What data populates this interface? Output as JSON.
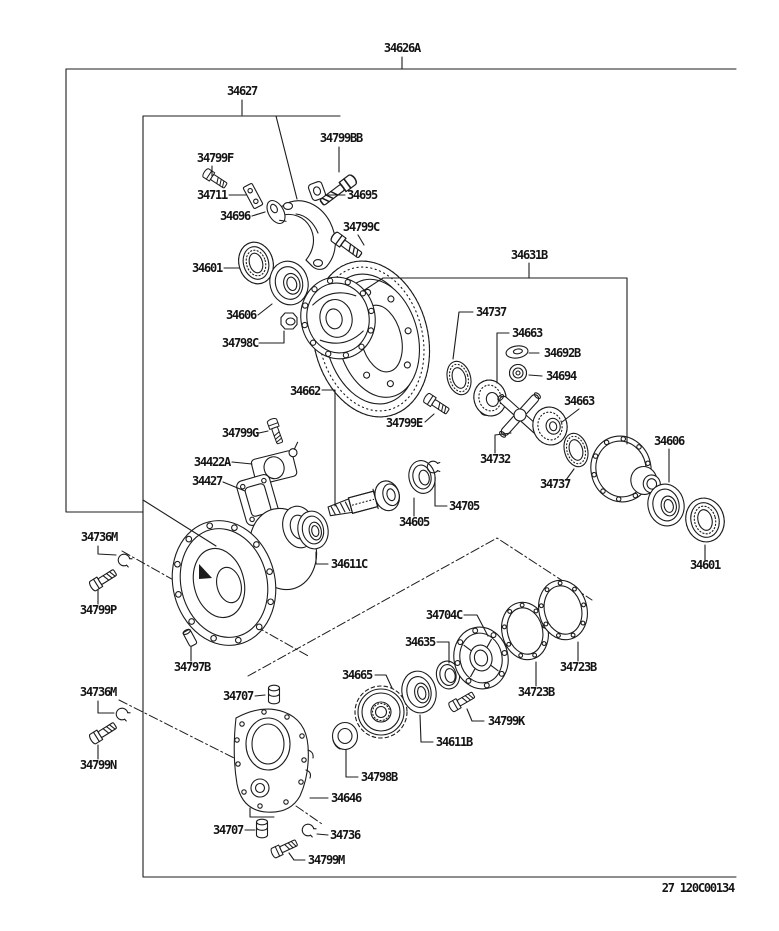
{
  "page": {
    "background": "#ffffff",
    "line_color": "#1c1c1c",
    "description": "Exploded parts diagram of differential carrier assembly"
  },
  "footer": {
    "code": "27 120C00134"
  },
  "labels": {
    "a34626A": "34626A",
    "a34627": "34627",
    "a34799BB": "34799BB",
    "a34799F": "34799F",
    "a34711": "34711",
    "a34696": "34696",
    "a34695": "34695",
    "a34799C": "34799C",
    "a34601L": "34601",
    "a34606L": "34606",
    "a34798C": "34798C",
    "a34631B": "34631B",
    "a34737a": "34737",
    "a34663a": "34663",
    "a34692B": "34692B",
    "a34694": "34694",
    "a34662": "34662",
    "a34663b": "34663",
    "a34799E": "34799E",
    "a34732": "34732",
    "a34737b": "34737",
    "a34606R": "34606",
    "a34601R": "34601",
    "a34799G": "34799G",
    "a34422A": "34422A",
    "a34427": "34427",
    "a34605": "34605",
    "a34705": "34705",
    "a34611C": "34611C",
    "a34736Ma": "34736M",
    "a34799P": "34799P",
    "a34797B": "34797B",
    "a34736Mb": "34736M",
    "a34799N": "34799N",
    "a34704C": "34704C",
    "a34635": "34635",
    "a34723Ba": "34723B",
    "a34723Bb": "34723B",
    "a34799K": "34799K",
    "a34665": "34665",
    "a34611B": "34611B",
    "a34707a": "34707",
    "a34798B": "34798B",
    "a34646": "34646",
    "a34707b": "34707",
    "a34736": "34736",
    "a34799M": "34799M"
  }
}
